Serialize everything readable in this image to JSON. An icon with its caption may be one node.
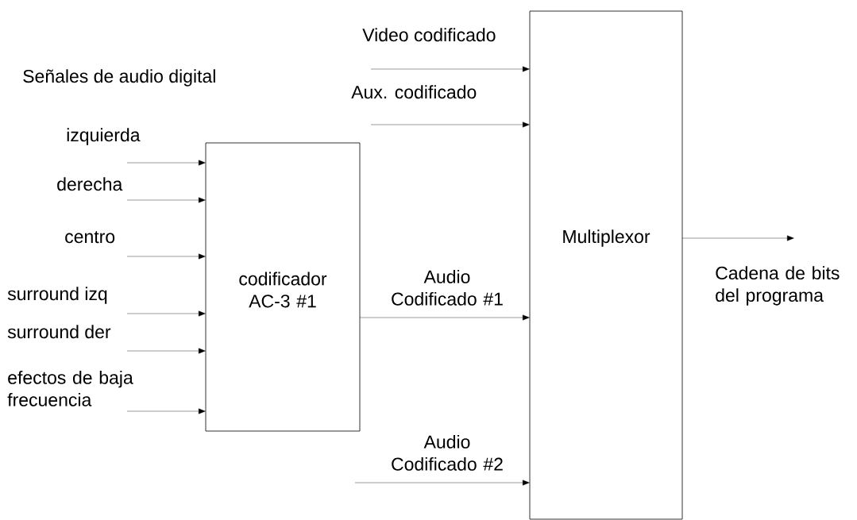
{
  "diagram": {
    "nodes": [
      {
        "text": [
          "codificador AC-3 #1"
        ]
      },
      {
        "text": [
          "Multiplexor"
        ]
      }
    ],
    "edges": [
      {
        "from": null,
        "to": 0,
        "arrow": "to",
        "label": "izquierda"
      },
      {
        "from": null,
        "to": 0,
        "arrow": "to",
        "label": "derecha"
      },
      {
        "from": null,
        "to": 0,
        "arrow": "to",
        "label": "centro"
      },
      {
        "from": null,
        "to": 0,
        "arrow": "to",
        "label": "surround izq"
      },
      {
        "from": null,
        "to": 0,
        "arrow": "to",
        "label": "surround der"
      },
      {
        "from": null,
        "to": 0,
        "arrow": "to",
        "label": "efectos de baja frecuencia"
      },
      {
        "from": null,
        "to": 1,
        "arrow": "to",
        "label": "Video codificado"
      },
      {
        "from": null,
        "to": 1,
        "arrow": "to",
        "label": "Aux. codificado"
      },
      {
        "from": 0,
        "to": 1,
        "arrow": "to",
        "label": "Audio Codificado #1"
      },
      {
        "from": null,
        "to": 1,
        "arrow": "to",
        "label": "Audio Codificado #2"
      },
      {
        "from": 1,
        "to": null,
        "arrow": "to",
        "label": "Cadena de bits del programa"
      }
    ],
    "labels": [
      "Señales de audio digital"
    ]
  }
}
